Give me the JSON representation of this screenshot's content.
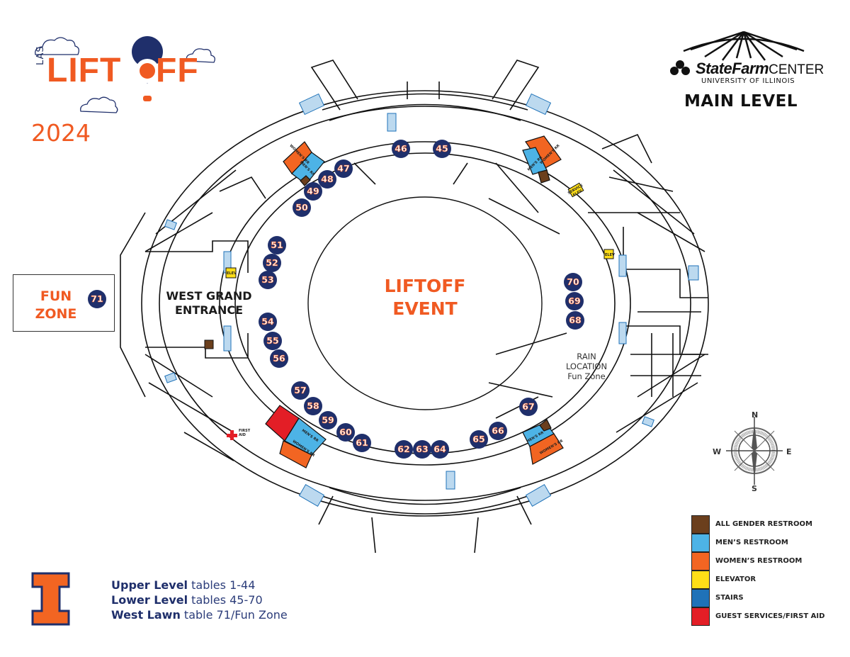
{
  "event_logo": {
    "prefix": "LAS",
    "title_part1": "LIFT",
    "title_part2": "FF",
    "year": "2024"
  },
  "venue": {
    "name": "StateFarm",
    "name_suffix": "CENTER",
    "subtitle": "UNIVERSITY OF ILLINOIS",
    "level": "MAIN LEVEL"
  },
  "colors": {
    "accent_orange": "#f05a22",
    "navy": "#1f2f6b",
    "all_gender": "#6b3f1d",
    "mens": "#4db3e6",
    "womens": "#f26522",
    "elevator": "#ffde17",
    "stairs": "#1f72b8",
    "first_aid": "#e31e26"
  },
  "map": {
    "center_label_line1": "LIFTOFF",
    "center_label_line2": "EVENT",
    "west_entrance_line1": "WEST GRAND",
    "west_entrance_line2": "ENTRANCE",
    "rain_location": [
      "RAIN",
      "LOCATION",
      "Fun Zone"
    ],
    "first_aid_label": [
      "FIRST",
      "AID"
    ],
    "room_labels": {
      "womens_rr": "WOMEN'S RR",
      "mens_rr": "MEN'S RR",
      "elev": "ELEV",
      "service_elev": "SERVICE ELEV"
    },
    "fun_zone": {
      "label_line1": "FUN",
      "label_line2": "ZONE",
      "table": "71"
    },
    "tables": [
      {
        "id": "45"
      },
      {
        "id": "46"
      },
      {
        "id": "47"
      },
      {
        "id": "48"
      },
      {
        "id": "49"
      },
      {
        "id": "50"
      },
      {
        "id": "51"
      },
      {
        "id": "52"
      },
      {
        "id": "53"
      },
      {
        "id": "54"
      },
      {
        "id": "55"
      },
      {
        "id": "56"
      },
      {
        "id": "57"
      },
      {
        "id": "58"
      },
      {
        "id": "59"
      },
      {
        "id": "60"
      },
      {
        "id": "61"
      },
      {
        "id": "62"
      },
      {
        "id": "63"
      },
      {
        "id": "64"
      },
      {
        "id": "65"
      },
      {
        "id": "66"
      },
      {
        "id": "67"
      },
      {
        "id": "68"
      },
      {
        "id": "69"
      },
      {
        "id": "70"
      }
    ]
  },
  "compass": {
    "n": "N",
    "s": "S",
    "e": "E",
    "w": "W"
  },
  "legend": [
    {
      "label": "ALL GENDER RESTROOM",
      "color": "#6b3f1d"
    },
    {
      "label": "MEN’S RESTROOM",
      "color": "#4db3e6"
    },
    {
      "label": "WOMEN’S RESTROOM",
      "color": "#f26522"
    },
    {
      "label": "ELEVATOR",
      "color": "#ffde17"
    },
    {
      "label": "STAIRS",
      "color": "#1f72b8"
    },
    {
      "label": "GUEST SERVICES/FIRST AID",
      "color": "#e31e26"
    }
  ],
  "levels_info": [
    {
      "name": "Upper Level",
      "detail": "tables 1-44"
    },
    {
      "name": "Lower Level",
      "detail": "tables 45-70"
    },
    {
      "name": "West Lawn",
      "detail": "table 71/Fun Zone"
    }
  ]
}
